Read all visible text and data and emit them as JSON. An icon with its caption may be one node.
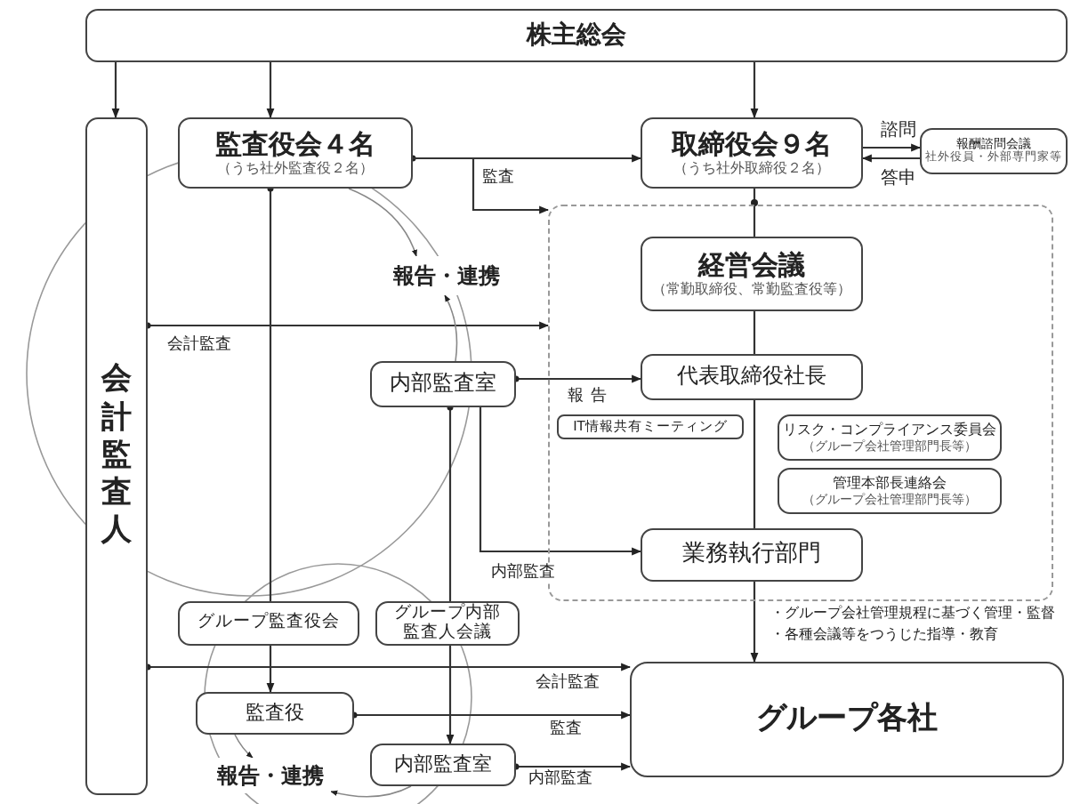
{
  "diagram": {
    "nodes": [
      {
        "text": [
          "株主総会"
        ]
      },
      {
        "text": [
          "会計監査人"
        ]
      },
      {
        "text": [
          "監査役会４名",
          "（うち社外監査役２名）"
        ]
      },
      {
        "text": [
          "取締役会９名",
          "（うち社外取締役２名）"
        ]
      },
      {
        "text": [
          "報酬諮問会議",
          "社外役員・外部専門家等"
        ]
      },
      {
        "text": [],
        "shape": "box"
      },
      {
        "text": [
          "経営会議",
          "（常勤取締役、常勤監査役等）"
        ],
        "in": 5
      },
      {
        "text": [
          "内部監査室"
        ]
      },
      {
        "text": [
          "代表取締役社長"
        ],
        "in": 5
      },
      {
        "text": [
          "IT情報共有ミーティング"
        ],
        "in": 5
      },
      {
        "text": [
          "リスク・コンプライアンス委員会",
          "（グループ会社管理部門長等）"
        ],
        "in": 5
      },
      {
        "text": [
          "管理本部長連絡会",
          "（グループ会社管理部門長等）"
        ],
        "in": 5
      },
      {
        "text": [
          "業務執行部門"
        ],
        "in": 5
      },
      {
        "text": [
          "グループ監査役会"
        ]
      },
      {
        "text": [
          "グループ内部監査人会議"
        ]
      },
      {
        "text": [
          "監査役"
        ]
      },
      {
        "text": [
          "内部監査室"
        ]
      },
      {
        "text": [
          "グループ各社"
        ]
      },
      {
        "text": [
          "報告・連携"
        ]
      },
      {
        "text": [
          "報告・連携"
        ]
      }
    ],
    "edges": [
      {
        "from": 0,
        "to": 1,
        "arrow": "to"
      },
      {
        "from": 0,
        "to": 2,
        "arrow": "to"
      },
      {
        "from": 0,
        "to": 3,
        "arrow": "to"
      },
      {
        "from": 3,
        "to": 4,
        "arrow": "to",
        "label": "諮問"
      },
      {
        "from": 4,
        "to": 3,
        "arrow": "to",
        "label": "答申"
      },
      {
        "from": 2,
        "to": 3,
        "arrow": "to"
      },
      {
        "from": 2,
        "to": 5,
        "arrow": "to",
        "label": "監査"
      },
      {
        "from": 1,
        "to": 5,
        "arrow": "to",
        "label": "会計監査"
      },
      {
        "from": 3,
        "to": 6,
        "arrow": "none"
      },
      {
        "from": 6,
        "to": 8,
        "arrow": "none"
      },
      {
        "from": 8,
        "to": 12,
        "arrow": "none"
      },
      {
        "from": 12,
        "to": 17,
        "arrow": "to"
      },
      {
        "from": 7,
        "to": 8,
        "arrow": "to",
        "label": "報告"
      },
      {
        "from": 7,
        "to": 12,
        "arrow": "to",
        "label": "内部監査"
      },
      {
        "from": 2,
        "to": 13,
        "arrow": "other"
      },
      {
        "from": 13,
        "to": 15,
        "arrow": "to"
      },
      {
        "from": 7,
        "to": 14,
        "arrow": "other"
      },
      {
        "from": 14,
        "to": 16,
        "arrow": "to"
      },
      {
        "from": 1,
        "to": 17,
        "arrow": "to",
        "label": "会計監査"
      },
      {
        "from": 15,
        "to": 17,
        "arrow": "to",
        "label": "監査"
      },
      {
        "from": 16,
        "to": 17,
        "arrow": "to",
        "label": "内部監査"
      },
      {
        "from": 2,
        "to": 18,
        "arrow": "to"
      },
      {
        "from": 7,
        "to": 18,
        "arrow": "to"
      },
      {
        "from": 15,
        "to": 19,
        "arrow": "to"
      },
      {
        "from": 16,
        "to": 19,
        "arrow": "to"
      }
    ],
    "labels": [
      "・グループ会社管理規程に基づく管理・監督",
      "・各種会議等をつうじた指導・教育"
    ]
  }
}
